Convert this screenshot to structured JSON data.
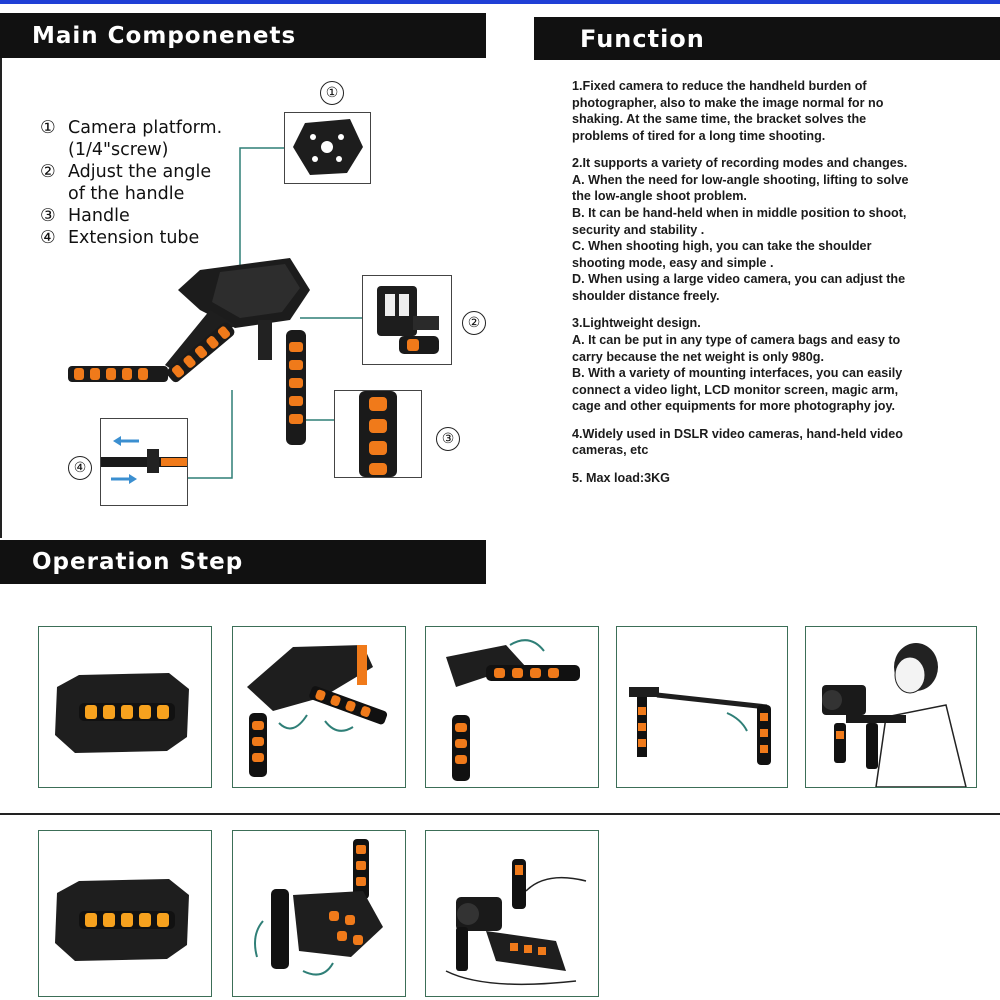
{
  "headings": {
    "main_components": "Main Componenets",
    "function": "Function",
    "operation_step": "Operation Step"
  },
  "components": {
    "markers": [
      "①",
      "②",
      "③",
      "④"
    ],
    "items": [
      {
        "number": "①",
        "label": "Camera platform.",
        "sub": "(1/4\"screw)"
      },
      {
        "number": "②",
        "label": "Adjust the angle",
        "sub": "of the handle"
      },
      {
        "number": "③",
        "label": "Handle"
      },
      {
        "number": "④",
        "label": "Extension tube"
      }
    ]
  },
  "function": {
    "paragraphs": [
      [
        "1.Fixed camera to reduce the handheld burden of",
        "photographer, also to make the image normal for no",
        "shaking. At the same time, the bracket solves the",
        "problems of tired for a long time shooting."
      ],
      [
        "2.It supports a variety of recording modes and changes.",
        "A. When the need for low-angle shooting, lifting to solve",
        "the low-angle shoot problem.",
        "B. It can be hand-held when in middle position to shoot,",
        "security and stability .",
        "C. When shooting high, you can take the shoulder",
        "shooting mode, easy and simple .",
        "D. When using a large video camera, you can adjust the",
        "shoulder distance freely."
      ],
      [
        "3.Lightweight design.",
        "A. It can be put in any type of camera bags and easy to",
        "carry because the net weight is only 980g.",
        "B. With a variety of mounting interfaces, you can easily",
        "connect a video light, LCD monitor screen, magic arm,",
        "cage and other equipments for more photography joy."
      ],
      [
        "4.Widely used in DSLR video cameras, hand-held video",
        "cameras, etc"
      ],
      [
        "5. Max load:3KG"
      ]
    ]
  },
  "colors": {
    "accent_blue": "#1f3fd6",
    "foam_orange": "#f07a1a",
    "step_border": "#3c6e57",
    "arrow_teal": "#2f7f77",
    "heading_bg": "#111111"
  }
}
